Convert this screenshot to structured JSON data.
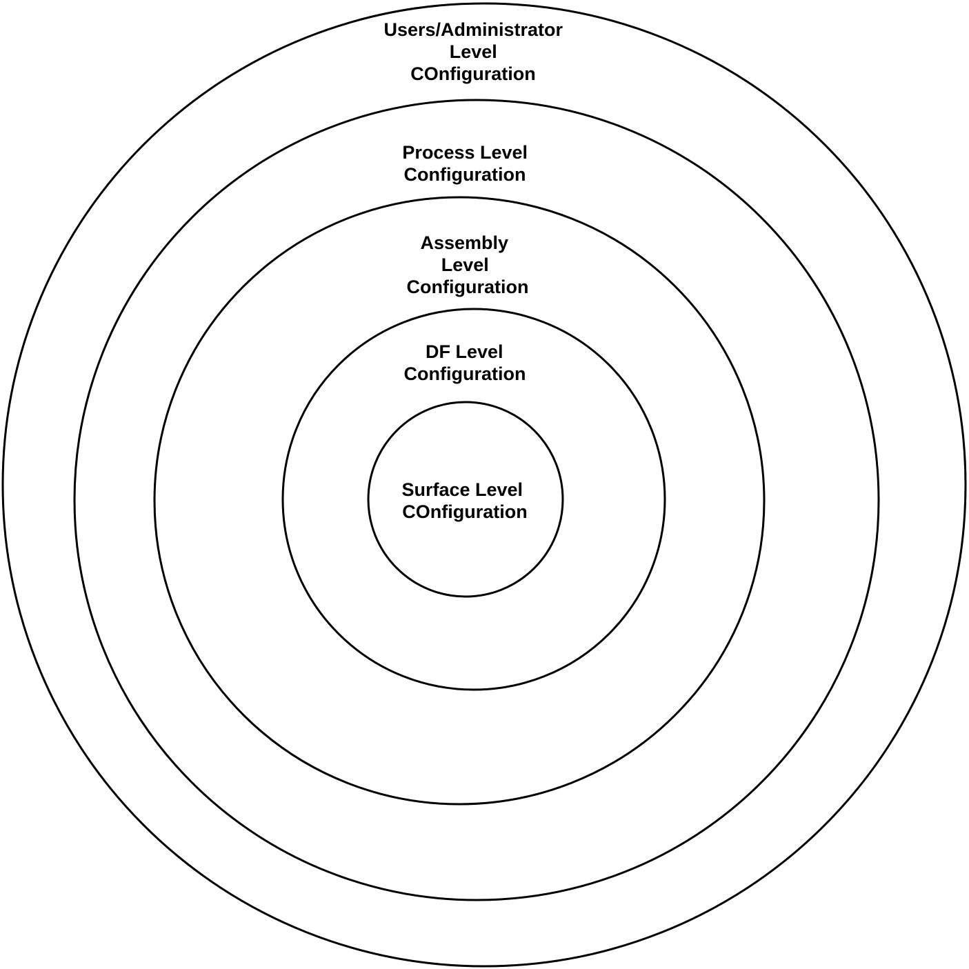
{
  "diagram": {
    "rings": [
      {
        "id": "users-admin",
        "lines": [
          "Users/Administrator",
          "Level",
          "COnfiguration"
        ]
      },
      {
        "id": "process",
        "lines": [
          "Process Level",
          "Configuration"
        ]
      },
      {
        "id": "assembly",
        "lines": [
          "Assembly",
          "Level",
          "Configuration"
        ]
      },
      {
        "id": "df",
        "lines": [
          "DF Level",
          "Configuration"
        ]
      },
      {
        "id": "surface",
        "lines": [
          "Surface Level",
          "COnfiguration"
        ]
      }
    ],
    "colors": {
      "stroke": "#000000",
      "background": "#ffffff",
      "text": "#000000"
    }
  }
}
